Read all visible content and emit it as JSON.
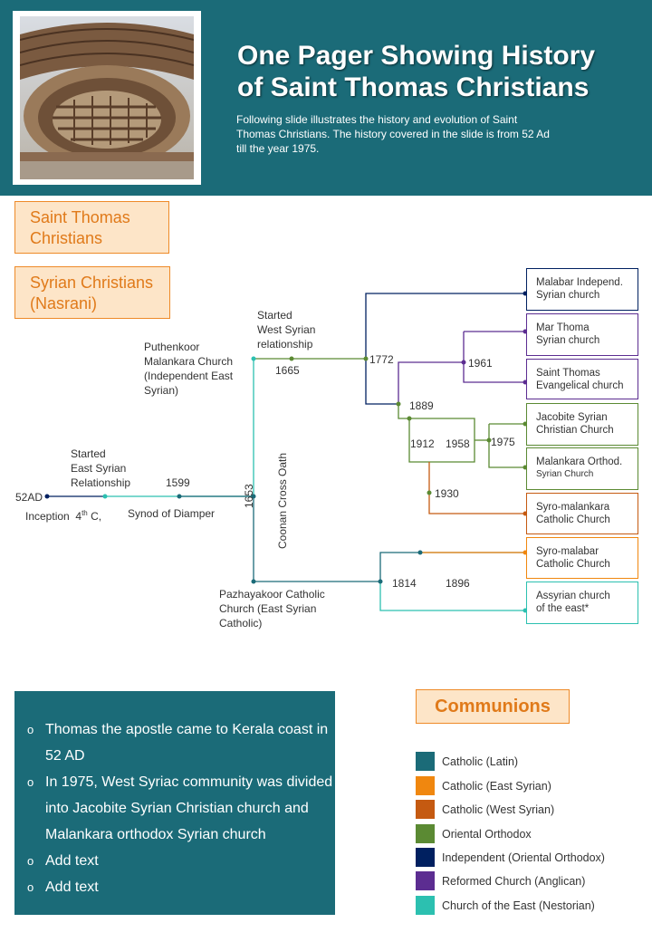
{
  "header": {
    "title_line1": "One Pager Showing History",
    "title_line2": "of Saint Thomas Christians",
    "subtitle_line1": "Following slide illustrates the history and evolution of Saint",
    "subtitle_line2": "Thomas Christians. The history covered in the slide is from 52 Ad",
    "subtitle_line3": "till the year 1975."
  },
  "boxes": {
    "saint_thomas_1": "Saint Thomas",
    "saint_thomas_2": "Christians",
    "syrian_1": "Syrian Christians",
    "syrian_2": "(Nasrani)"
  },
  "timeline": {
    "ad52": "52AD",
    "inception": "Inception",
    "fourth": "4",
    "th": "th",
    "c": "C,",
    "started_east_1": "Started",
    "started_east_2": "East Syrian",
    "started_east_3": "Relationship",
    "y1599": "1599",
    "synod": "Synod of Diamper",
    "puthenkoor_1": "Puthenkoor",
    "puthenkoor_2": "Malankara Church",
    "puthenkoor_3": "(Independent East",
    "puthenkoor_4": "Syrian)",
    "started_west_1": "Started",
    "started_west_2": "West Syrian",
    "started_west_3": "relationship",
    "y1665": "1665",
    "y1653": "1653",
    "coonan": "Coonan Cross Oath",
    "pazhayakoor_1": "Pazhayakoor Catholic",
    "pazhayakoor_2": "Church (East Syrian",
    "pazhayakoor_3": "Catholic)",
    "y1772": "1772",
    "y1889": "1889",
    "y1912": "1912",
    "y1958": "1958",
    "y1975": "1975",
    "y1961": "1961",
    "y1930": "1930",
    "y1814": "1814",
    "y1896": "1896"
  },
  "churches": [
    {
      "l1": "Malabar Independ.",
      "l2": "Syrian church"
    },
    {
      "l1": "Mar Thoma",
      "l2": "Syrian church"
    },
    {
      "l1": "Saint Thomas",
      "l2": "Evangelical church"
    },
    {
      "l1": "Jacobite Syrian",
      "l2": "Christian Church"
    },
    {
      "l1": "Malankara Orthod.",
      "l2": "Syrian Church"
    },
    {
      "l1": "Syro-malankara",
      "l2": "Catholic Church"
    },
    {
      "l1": "Syro-malabar",
      "l2": "Catholic Church"
    },
    {
      "l1": "Assyrian church",
      "l2": "of the east*"
    }
  ],
  "bullets": {
    "marker": "o",
    "b1_l1": "Thomas the apostle came to Kerala coast in",
    "b1_l2": "52 AD",
    "b2_l1": "In 1975, West Syriac community was divided",
    "b2_l2": "into Jacobite Syrian Christian church and",
    "b2_l3": "Malankara orthodox Syrian church",
    "b3": "Add text",
    "b4": "Add text"
  },
  "communions": {
    "title": "Communions",
    "items": [
      {
        "label": "Catholic (Latin)",
        "color": "#1b6b78"
      },
      {
        "label": "Catholic (East Syrian)",
        "color": "#f0870f"
      },
      {
        "label": "Catholic (West Syrian)",
        "color": "#c55a11"
      },
      {
        "label": "Oriental Orthodox",
        "color": "#5b8a33"
      },
      {
        "label": "Independent (Oriental Orthodox)",
        "color": "#002060"
      },
      {
        "label": "Reformed Church (Anglican)",
        "color": "#5c2d91"
      },
      {
        "label": "Church of the East (Nestorian)",
        "color": "#2cc0b0"
      }
    ]
  }
}
